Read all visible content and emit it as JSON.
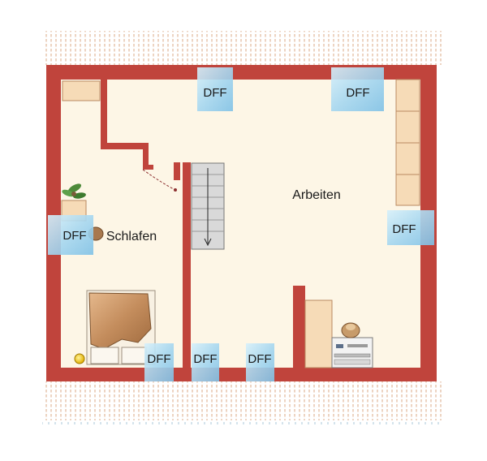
{
  "floorplan": {
    "rooms": {
      "work": "Arbeiten",
      "sleep": "Schlafen"
    },
    "skylight_label": "DFF",
    "colors": {
      "wall": "#c0443c",
      "wall_dark": "#8f2f29",
      "floor": "#fdf6e6",
      "roof_hatch": "#d8a27e",
      "skylight": "#9fd3ef",
      "cabinet": "#f6dbb7",
      "stairs": "#b8b8b8"
    },
    "icons": [
      "plant-icon",
      "bed-icon",
      "desk-icon",
      "lamp-icon",
      "stairs-arrow-icon",
      "door-swing-icon"
    ]
  }
}
